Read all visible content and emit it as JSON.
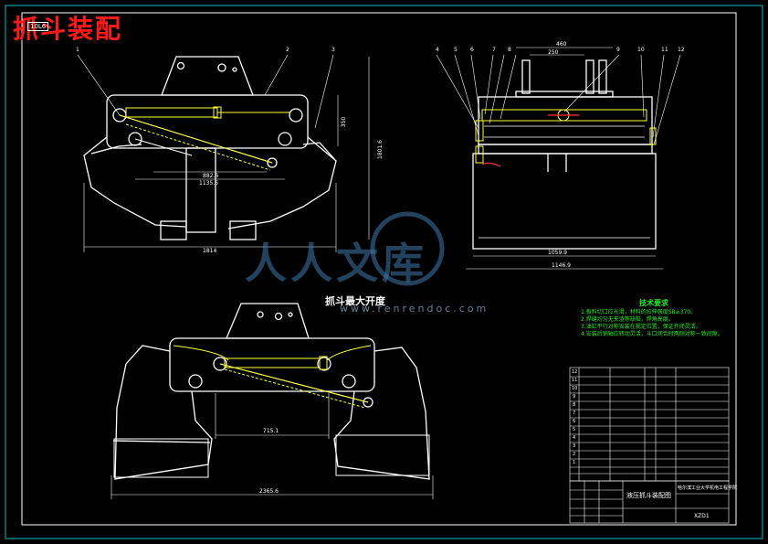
{
  "title": "抓斗装配",
  "drawing_code": "10L6",
  "subtitle": "抓斗最大开度",
  "technical_requirements": {
    "heading": "技术要求",
    "items": [
      "1.板料切口应光滑，材料的拉伸强度SB≥370。",
      "2.焊缝均匀无夹渣等缺陷，焊角高度。",
      "3.油缸平行对称安装在规定位置，保证开闭灵活。",
      "4.安装后销轴应转动灵活，斗口闭合时两侧对称一致间隙。"
    ]
  },
  "balloons": {
    "front": [
      "1",
      "2",
      "3"
    ],
    "side": [
      "4",
      "5",
      "6",
      "7",
      "8",
      "9",
      "10",
      "11",
      "12"
    ]
  },
  "dimensions": {
    "front_overall_width": "1814",
    "front_height": "1801.6",
    "front_inner_width": "1135.6",
    "front_pin_span": "882.6",
    "front_top": "350",
    "side_width_inner": "1059.9",
    "side_width_outer": "1146.9",
    "side_top_outer": "460",
    "side_top_inner": "250",
    "open_width": "2365.6",
    "open_inner": "715.1"
  },
  "title_block": {
    "drawing_name": "液压抓斗装配图",
    "school": "哈尔滨工业大学机电工程学院",
    "code": "XZD1"
  },
  "bom_rows": [
    "12",
    "11",
    "10",
    "9",
    "8",
    "7",
    "6",
    "5",
    "4",
    "3",
    "2",
    "1"
  ],
  "watermark": {
    "brand": "人人文库",
    "url": "www.renrendoc.com"
  },
  "colors": {
    "background": "#000000",
    "lines": "#ffffff",
    "hydraulic": "#ffff33",
    "dimension": "#00ffff",
    "title": "#ff1a1a",
    "notes": "#27e927"
  }
}
